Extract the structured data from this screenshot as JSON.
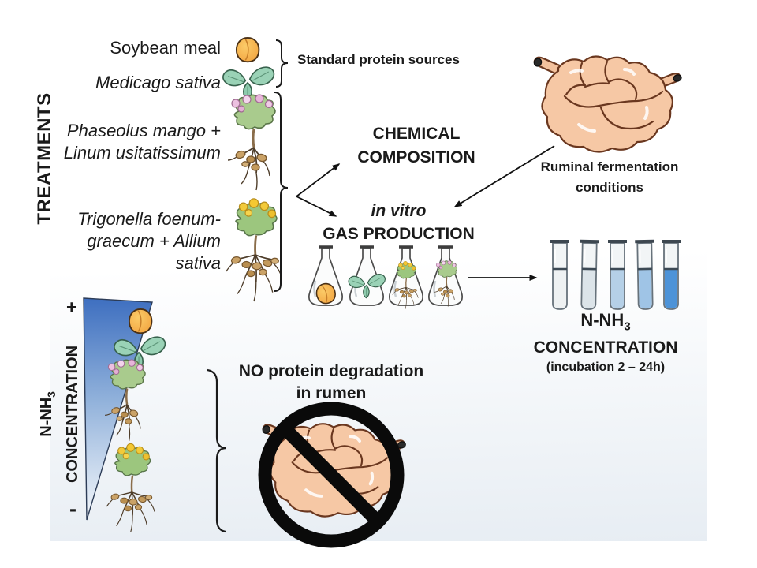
{
  "diagram": {
    "treatments": {
      "axis_label": "TREATMENTS",
      "group1_line1": "Soybean meal",
      "group2_line1": "Medicago sativa",
      "group3_line1": "Phaseolus mango +",
      "group3_line2": "Linum usitatissimum",
      "group4_line1": "Trigonella foenum-",
      "group4_line2": "graecum + Allium",
      "group4_line3": "sativa",
      "standard_sources_label": "Standard protein sources"
    },
    "analyses": {
      "chemical_line1": "CHEMICAL",
      "chemical_line2": "COMPOSITION",
      "gas_prefix": "in vitro",
      "gas_title": "GAS PRODUCTION"
    },
    "rumen": {
      "caption_line1": "Ruminal fermentation",
      "caption_line2": "conditions",
      "body_color": "#f6c8a5",
      "outline_color": "#6a371f"
    },
    "tubes": {
      "caption_main": "N-NH",
      "caption_sub": "3",
      "caption_line2": "CONCENTRATION",
      "caption_line3": "(incubation 2 – 24h)",
      "liquid_colors": [
        "#eef1f2",
        "#dce4e9",
        "#b5d0e7",
        "#9fc4e6",
        "#4d93d8"
      ]
    },
    "gradient_axis": {
      "plus": "+",
      "minus": "-",
      "label_main": "N-NH",
      "label_sub": "3",
      "label_line2": "CONCENTRATION",
      "top_color": "#3e6fc0",
      "mid_color": "#8fb0da",
      "bottom_color": "#f5f8fb"
    },
    "no_degradation": {
      "line1": "NO protein degradation",
      "line2": "in rumen",
      "sign_color": "#0a0a0a"
    },
    "icons": {
      "soybean_seed_icon": "orange soybean seed",
      "trifoliate_leaf_icon": "teal trifoliate leaf",
      "pink_flower_plant_icon": "plant with pink flowers and root nodules",
      "yellow_flower_plant_icon": "plant with yellow fruits and root nodules",
      "rumen_icon": "ruminant stomach organ",
      "flask_icon": "erlenmeyer flask",
      "test_tube_icon": "test tube",
      "prohibition_icon": "crossed-out circle"
    }
  }
}
